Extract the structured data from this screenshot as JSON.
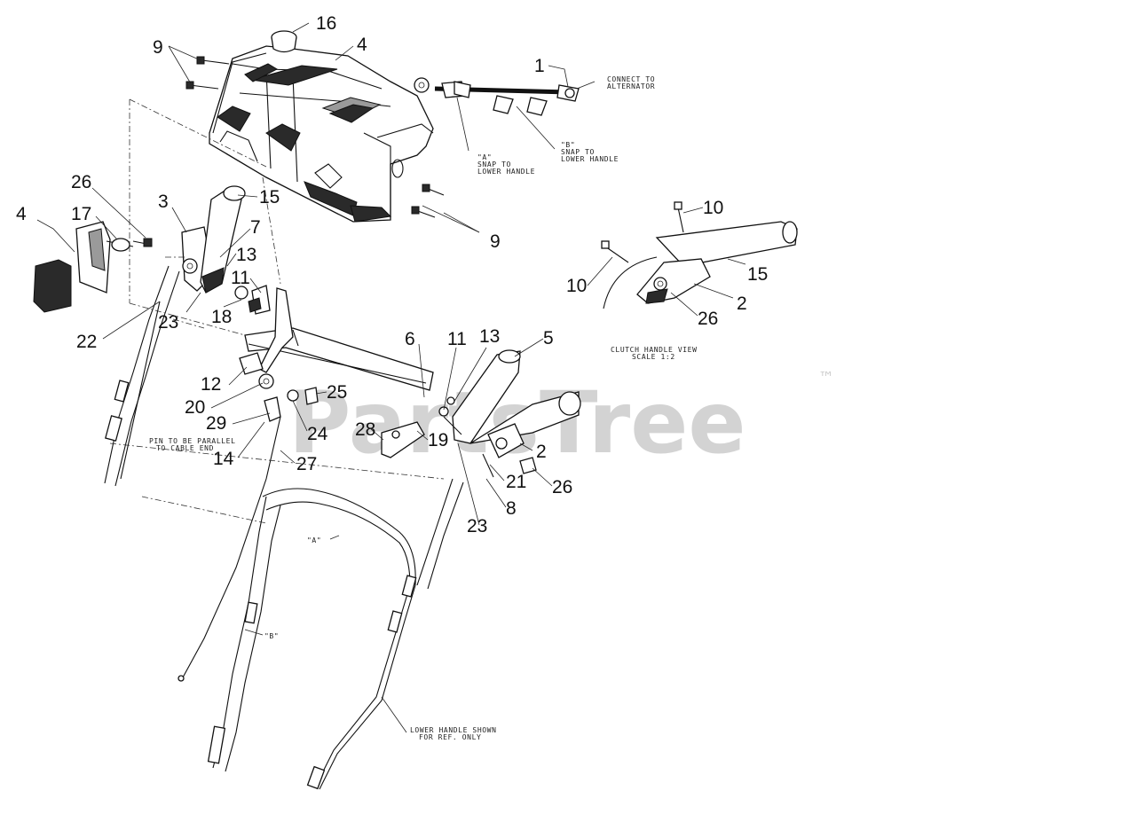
{
  "watermark": {
    "brand": "PartsTree",
    "trademark": "™"
  },
  "callouts": [
    {
      "id": "c16a",
      "text": "16"
    },
    {
      "id": "c4a",
      "text": "4"
    },
    {
      "id": "c9a",
      "text": "9"
    },
    {
      "id": "c1",
      "text": "1"
    },
    {
      "id": "c9b",
      "text": "9"
    },
    {
      "id": "c10a",
      "text": "10"
    },
    {
      "id": "c10b",
      "text": "10"
    },
    {
      "id": "c15a",
      "text": "15"
    },
    {
      "id": "c2a",
      "text": "2"
    },
    {
      "id": "c26a",
      "text": "26"
    },
    {
      "id": "c26b",
      "text": "26"
    },
    {
      "id": "c3",
      "text": "3"
    },
    {
      "id": "c15b",
      "text": "15"
    },
    {
      "id": "c4b",
      "text": "4"
    },
    {
      "id": "c17",
      "text": "17"
    },
    {
      "id": "c7",
      "text": "7"
    },
    {
      "id": "c13a",
      "text": "13"
    },
    {
      "id": "c11a",
      "text": "11"
    },
    {
      "id": "c23a",
      "text": "23"
    },
    {
      "id": "c18",
      "text": "18"
    },
    {
      "id": "c22",
      "text": "22"
    },
    {
      "id": "c6",
      "text": "6"
    },
    {
      "id": "c11b",
      "text": "11"
    },
    {
      "id": "c13b",
      "text": "13"
    },
    {
      "id": "c5",
      "text": "5"
    },
    {
      "id": "c12",
      "text": "12"
    },
    {
      "id": "c25",
      "text": "25"
    },
    {
      "id": "c20",
      "text": "20"
    },
    {
      "id": "c29",
      "text": "29"
    },
    {
      "id": "c24",
      "text": "24"
    },
    {
      "id": "c28",
      "text": "28"
    },
    {
      "id": "c19",
      "text": "19"
    },
    {
      "id": "c2b",
      "text": "2"
    },
    {
      "id": "c14",
      "text": "14"
    },
    {
      "id": "c27",
      "text": "27"
    },
    {
      "id": "c21",
      "text": "21"
    },
    {
      "id": "c26c",
      "text": "26"
    },
    {
      "id": "c8",
      "text": "8"
    },
    {
      "id": "c23b",
      "text": "23"
    }
  ],
  "notes": {
    "connect_1": "CONNECT TO",
    "connect_2": "ALTERNATOR",
    "snap_a_1": "\"A\"",
    "snap_a_2": "SNAP TO",
    "snap_a_3": "LOWER HANDLE",
    "snap_b_1": "\"B\"",
    "snap_b_2": "SNAP TO",
    "snap_b_3": "LOWER HANDLE",
    "clutch_1": "CLUTCH HANDLE VIEW",
    "clutch_2": "SCALE 1:2",
    "pin_1": "PIN TO BE PARALLEL",
    "pin_2": "TO CABLE END",
    "mark_a": "\"A\"",
    "mark_b": "\"B\"",
    "lower_1": "LOWER HANDLE SHOWN",
    "lower_2": "FOR REF. ONLY"
  }
}
